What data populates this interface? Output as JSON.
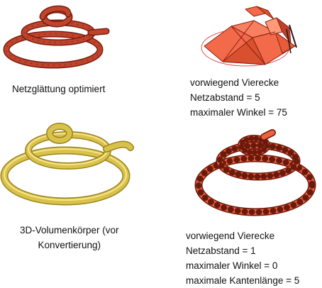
{
  "figures": [
    {
      "id": "a",
      "caption": [
        "Netzglättung optimiert"
      ],
      "render": "dark-red segmented spiral tube",
      "colors": {
        "fill": "#c0442c",
        "stroke": "#7a1e10",
        "hi": "#e06a48"
      }
    },
    {
      "id": "b",
      "caption": [
        "vorwiegend Vierecke",
        "Netzabstand = 5",
        "maximaler Winkel = 75"
      ],
      "render": "coarse faceted orange mesh",
      "colors": {
        "fill": "#f26a4a",
        "stroke": "#8a2010",
        "hi": "#ff9a78"
      }
    },
    {
      "id": "c",
      "caption": [
        "3D-Volumenkörper (vor",
        "Konvertierung)"
      ],
      "render": "smooth yellow spiral tube",
      "colors": {
        "fill": "#d9c24a",
        "stroke": "#9a8420",
        "hi": "#f6e48c"
      }
    },
    {
      "id": "d",
      "caption": [
        "vorwiegend Vierecke",
        "Netzabstand = 1",
        "maximaler Winkel = 0",
        "maximale Kantenlänge = 5"
      ],
      "render": "fine segmented orange mesh",
      "colors": {
        "fill": "#f0603e",
        "stroke": "#6a1a0c",
        "hi": "#ff8c6c"
      }
    }
  ]
}
